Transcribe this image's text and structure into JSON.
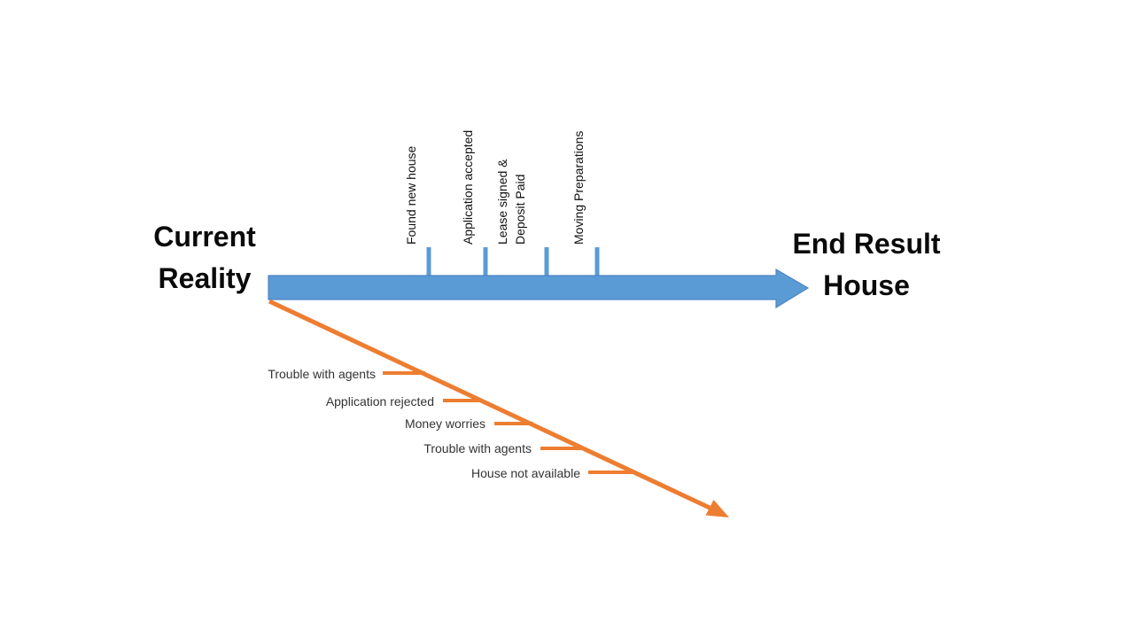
{
  "titles": {
    "left": "Current\nReality",
    "right": "End Result\nHouse"
  },
  "timeline": {
    "milestones": [
      {
        "label": "Found new house"
      },
      {
        "label": "Application accepted"
      },
      {
        "label": "Lease signed &\nDeposit Paid"
      },
      {
        "label": "Moving Preparations"
      }
    ]
  },
  "obstacles": [
    {
      "label": "Trouble with agents"
    },
    {
      "label": "Application rejected"
    },
    {
      "label": "Money worries"
    },
    {
      "label": "Trouble with agents"
    },
    {
      "label": "House not available"
    }
  ],
  "colors": {
    "timeline_blue": "#5B9BD5",
    "obstacle_orange": "#ED7D31",
    "title_text": "#0a0a0a",
    "label_text": "#333333",
    "background": "#ffffff"
  }
}
